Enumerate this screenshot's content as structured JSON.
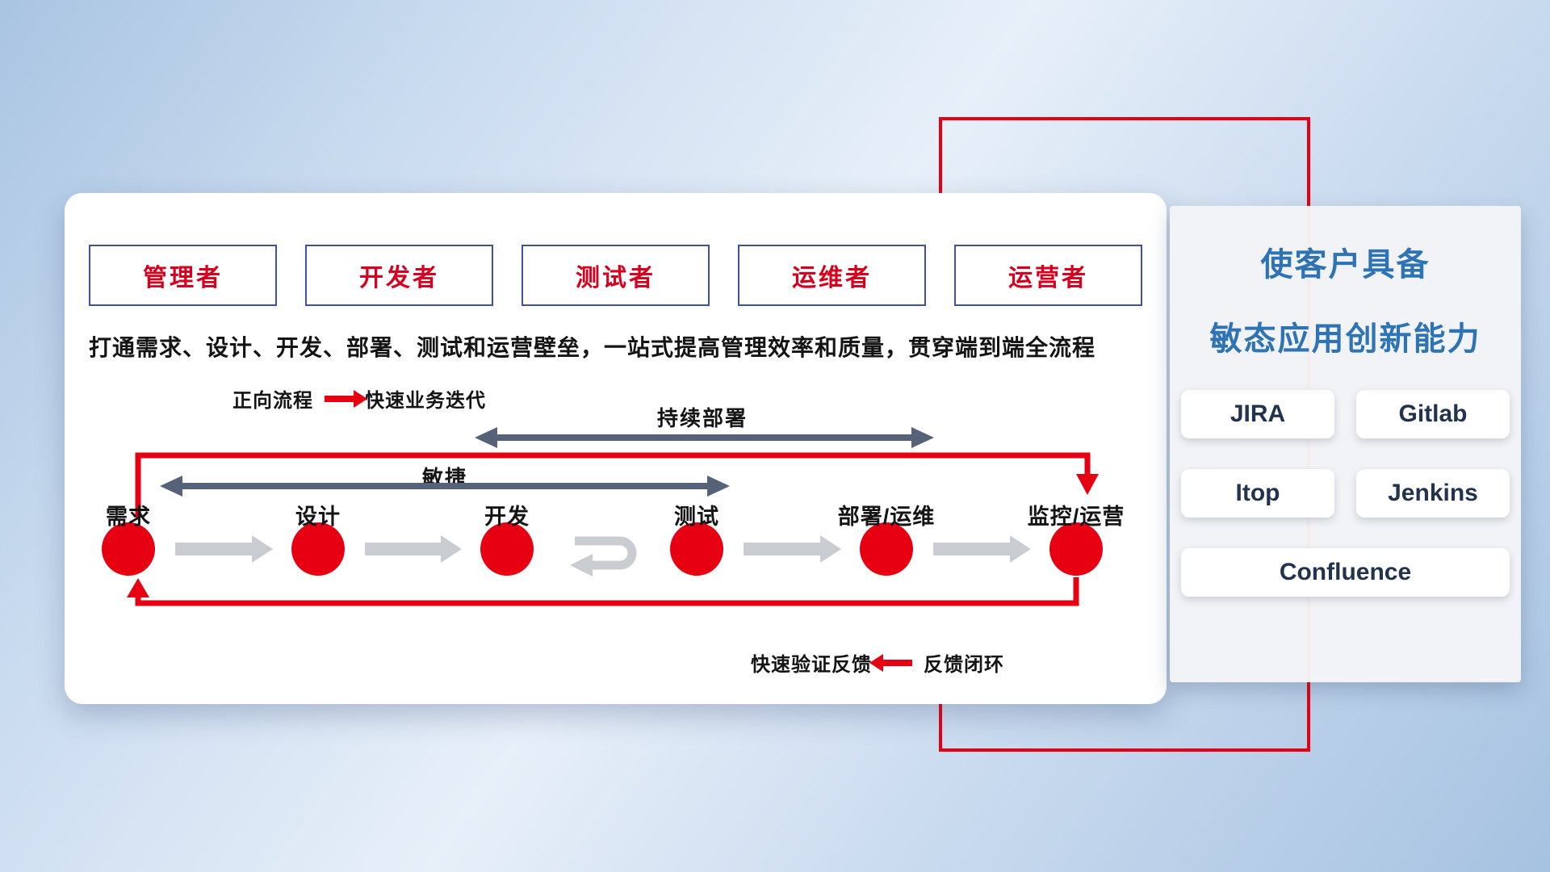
{
  "colors": {
    "accent_red": "#e60012",
    "role_text_red": "#d6001f",
    "role_border_navy": "#3f51a0",
    "title_blue": "#2e74b5",
    "dark_arrow_slate": "#56627a",
    "light_arrow_gray": "#c9cdd2",
    "tool_text_navy": "#22334e"
  },
  "roles": [
    "管理者",
    "开发者",
    "测试者",
    "运维者",
    "运营者"
  ],
  "description": "打通需求、设计、开发、部署、测试和运营壁垒，一站式提高管理效率和质量，贯穿端到端全流程",
  "legend_forward": {
    "label": "正向流程",
    "meaning": "快速业务迭代"
  },
  "legend_feedback": {
    "meaning": "快速验证反馈",
    "label": "反馈闭环"
  },
  "flow": {
    "continuous_deploy": "持续部署",
    "agile": "敏捷",
    "nodes": [
      "需求",
      "设计",
      "开发",
      "测试",
      "部署/运维",
      "监控/运营"
    ]
  },
  "right_panel": {
    "title_line1": "使客户具备",
    "title_line2": "敏态应用创新能力",
    "tools": [
      "JIRA",
      "Gitlab",
      "Itop",
      "Jenkins",
      "Confluence"
    ]
  }
}
